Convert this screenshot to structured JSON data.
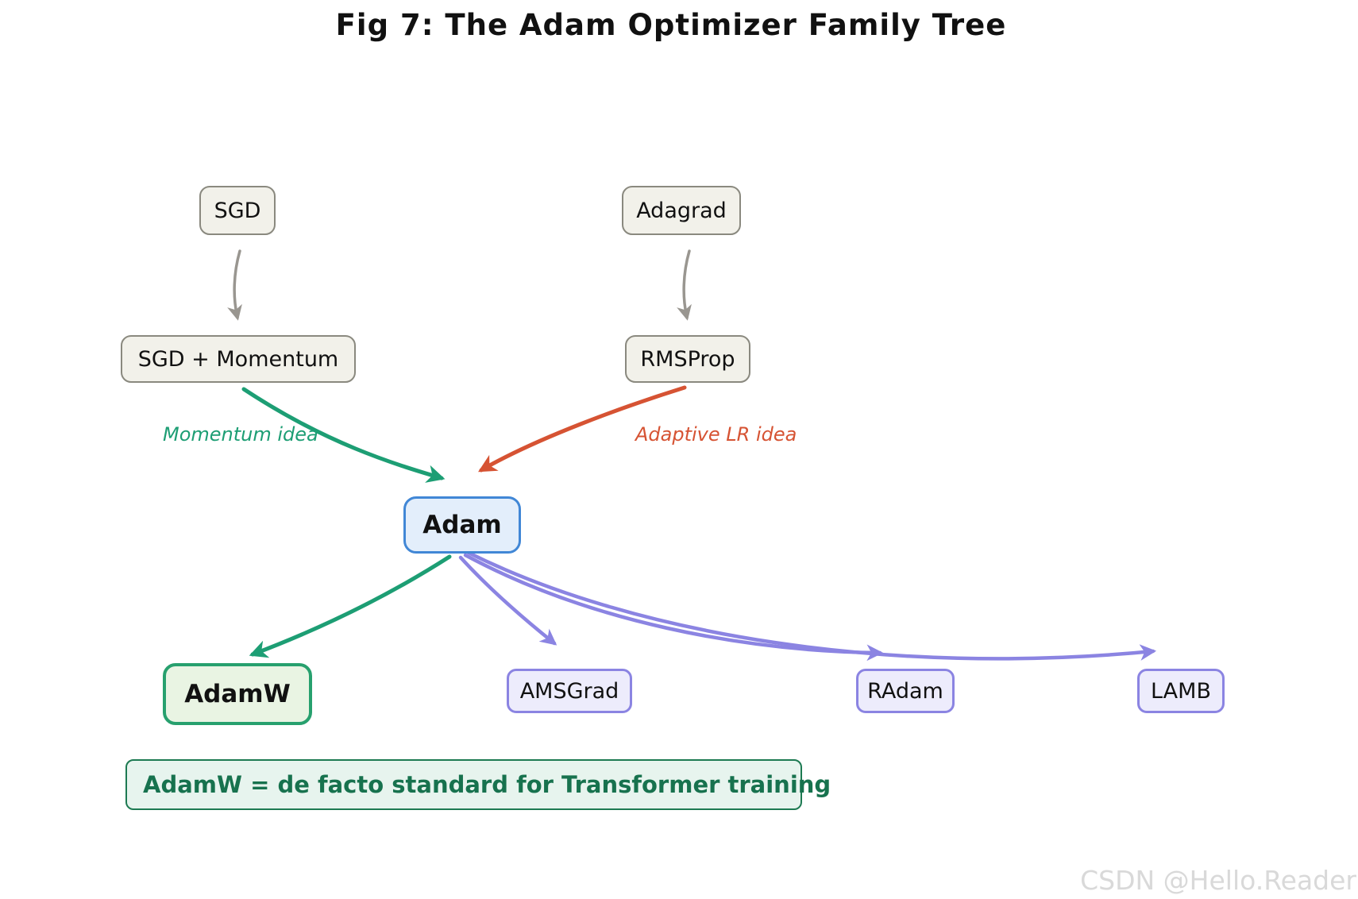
{
  "figure": {
    "title": "Fig 7: The Adam Optimizer Family Tree",
    "note": "AdamW = de facto standard for Transformer training",
    "watermark": "CSDN @Hello.Reader"
  },
  "nodes": {
    "sgd": "SGD",
    "adagrad": "Adagrad",
    "sgd_momentum": "SGD + Momentum",
    "rmsprop": "RMSProp",
    "adam": "Adam",
    "adamw": "AdamW",
    "amsgrad": "AMSGrad",
    "radam": "RAdam",
    "lamb": "LAMB"
  },
  "edge_labels": {
    "momentum": "Momentum idea",
    "adaptive_lr": "Adaptive LR idea"
  },
  "edges": [
    {
      "from": "SGD",
      "to": "SGD + Momentum",
      "color": "#999690"
    },
    {
      "from": "Adagrad",
      "to": "RMSProp",
      "color": "#999690"
    },
    {
      "from": "SGD + Momentum",
      "to": "Adam",
      "label": "Momentum idea",
      "color": "#1d9e74"
    },
    {
      "from": "RMSProp",
      "to": "Adam",
      "label": "Adaptive LR idea",
      "color": "#d65333"
    },
    {
      "from": "Adam",
      "to": "AdamW",
      "color": "#1d9e74"
    },
    {
      "from": "Adam",
      "to": "AMSGrad",
      "color": "#8b84e2"
    },
    {
      "from": "Adam",
      "to": "RAdam",
      "color": "#8b84e2"
    },
    {
      "from": "Adam",
      "to": "LAMB",
      "color": "#8b84e2"
    }
  ],
  "colors": {
    "background": "#ffffff",
    "node_default_fill": "#f2f1ea",
    "node_default_border": "#8a897f",
    "adam_fill": "#e3eefb",
    "adam_border": "#4187d6",
    "adamw_fill": "#e9f4e3",
    "adamw_border": "#27a06e",
    "variant_fill": "#edecfc",
    "variant_border": "#8b84e2",
    "momentum_green": "#1d9e74",
    "adaptive_orange": "#d65333",
    "gray_arrow": "#999690",
    "note_fill": "#e7f4ee",
    "note_border": "#1d7a52",
    "note_text": "#17724e",
    "watermark_gray": "#d9d9d9"
  }
}
